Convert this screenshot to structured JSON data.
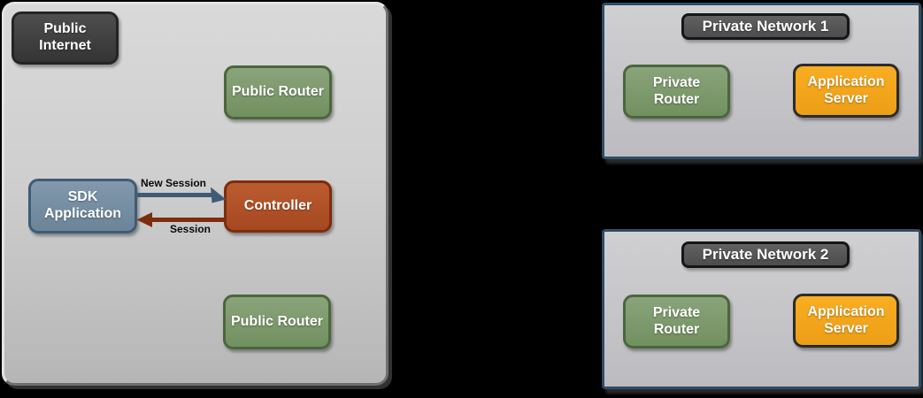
{
  "diagram": {
    "public_zone": {
      "title": "Public Internet",
      "nodes": {
        "public_router_top": {
          "label": "Public Router"
        },
        "sdk_application": {
          "label": "SDK Application"
        },
        "controller": {
          "label": "Controller"
        },
        "public_router_bottom": {
          "label": "Public Router"
        }
      },
      "flows": {
        "new_session": {
          "label": "New Session",
          "color": "#3e5c76"
        },
        "session": {
          "label": "Session",
          "color": "#7c2d0e"
        }
      }
    },
    "private_networks": [
      {
        "title": "Private Network 1",
        "nodes": {
          "private_router": {
            "label": "Private Router"
          },
          "application_server": {
            "label": "Application Server"
          }
        }
      },
      {
        "title": "Private Network 2",
        "nodes": {
          "private_router": {
            "label": "Private Router"
          },
          "application_server": {
            "label": "Application Server"
          }
        }
      }
    ],
    "colors": {
      "router_green": "#7d9a6f",
      "sdk_blue": "#75909f",
      "controller_rust": "#b05026",
      "application_server_orange": "#f2a61d",
      "dark_label_gray": "#3f3f3f",
      "network_border_navy": "#2e4d66",
      "zone_fill_gray": "#c9c9c9"
    }
  }
}
